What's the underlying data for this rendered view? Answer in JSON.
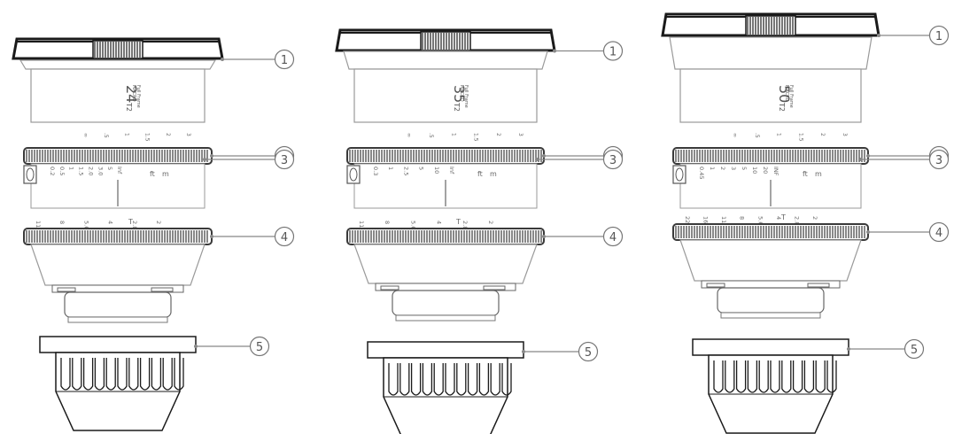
{
  "colors": {
    "outline": "#555555",
    "light_outline": "#9a9a9a",
    "dark": "#1a1a1a",
    "ring": "#3a3a3a",
    "leader": "#888888"
  },
  "lenses": [
    {
      "id": "lens-24",
      "focal": "24",
      "tstop": "T2",
      "tag_lines": [
        "Full Frame",
        "MACRO"
      ],
      "focus_scale": [
        "∞",
        ".5",
        "1",
        "1.5",
        "2",
        "3"
      ],
      "distance_scale": [
        "0.2",
        "0.5",
        "1",
        "1.5",
        "2.0",
        "3.0",
        "5",
        "Inf"
      ],
      "units": [
        "ft",
        "m"
      ],
      "tstop_scale": [
        "11",
        "8",
        "5.6",
        "4",
        "2.8",
        "2"
      ],
      "t_label": "T",
      "callouts": [
        "1",
        "2",
        "3",
        "4",
        "5"
      ]
    },
    {
      "id": "lens-35",
      "focal": "35",
      "tstop": "T2",
      "tag_lines": [
        "Full Frame",
        "MACRO"
      ],
      "focus_scale": [
        "∞",
        ".5",
        "1",
        "1.5",
        "2",
        "3"
      ],
      "distance_scale": [
        "0.3",
        "1",
        "2.5",
        "5",
        "10",
        "Inf"
      ],
      "units": [
        "ft",
        "m"
      ],
      "tstop_scale": [
        "11",
        "8",
        "5.6",
        "4",
        "2.8",
        "2"
      ],
      "t_label": "T",
      "callouts": [
        "1",
        "2",
        "3",
        "4",
        "5"
      ]
    },
    {
      "id": "lens-50",
      "focal": "50",
      "tstop": "T2",
      "tag_lines": [
        "Full Frame",
        "MACRO"
      ],
      "focus_scale": [
        "∞",
        ".5",
        "1",
        "1.5",
        "2",
        "3"
      ],
      "distance_scale": [
        "0.45",
        "1",
        "2",
        "3",
        "5",
        "10",
        "20",
        "INF"
      ],
      "units": [
        "ft",
        "m"
      ],
      "tstop_scale": [
        "22",
        "16",
        "11",
        "8",
        "5.6",
        "4",
        "2.8",
        "2"
      ],
      "t_label": "T",
      "callouts": [
        "1",
        "2",
        "3",
        "4",
        "5"
      ]
    }
  ]
}
